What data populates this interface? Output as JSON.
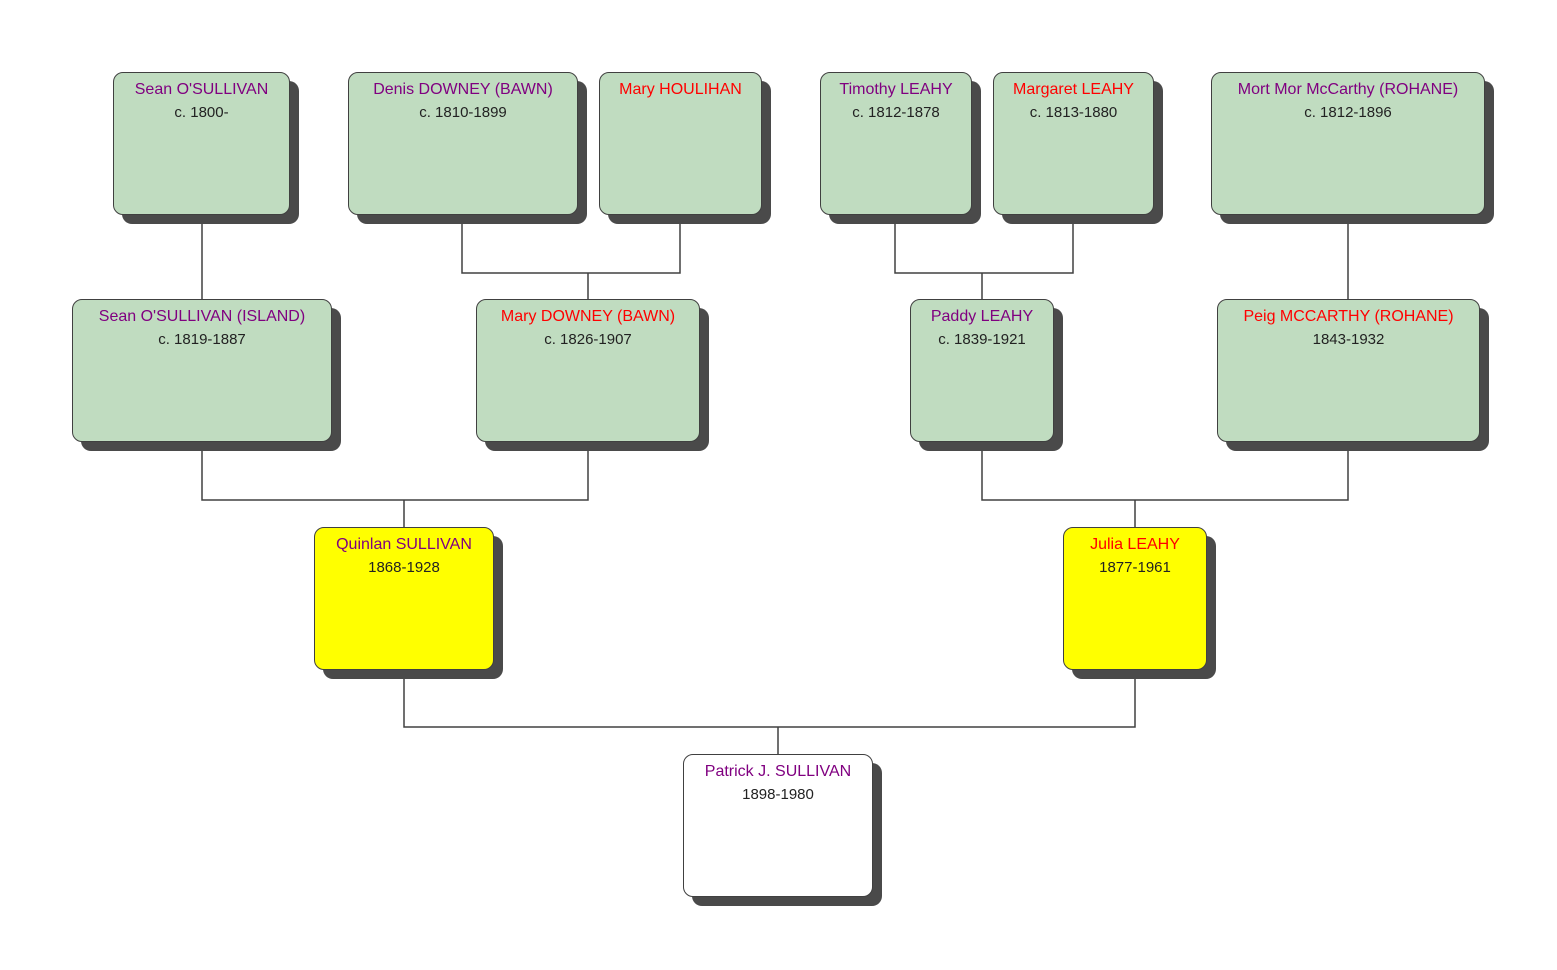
{
  "colors": {
    "ancestor_fill": "#c0dcc0",
    "parent_fill": "#ffff00",
    "root_fill": "#ffffff",
    "male_name": "#800080",
    "female_name": "#ff0000",
    "dates_text": "#222222",
    "connector": "#404040"
  },
  "people": {
    "sean_osullivan_sr": {
      "name": "Sean O'SULLIVAN",
      "dates": "c. 1800-",
      "sex": "male"
    },
    "denis_downey": {
      "name": "Denis DOWNEY (BAWN)",
      "dates": "c. 1810-1899",
      "sex": "male"
    },
    "mary_houlihan": {
      "name": "Mary HOULIHAN",
      "dates": "",
      "sex": "female"
    },
    "timothy_leahy": {
      "name": "Timothy LEAHY",
      "dates": "c. 1812-1878",
      "sex": "male"
    },
    "margaret_leahy": {
      "name": "Margaret LEAHY",
      "dates": "c. 1813-1880",
      "sex": "female"
    },
    "mort_mor_mccarthy": {
      "name": "Mort Mor McCarthy (ROHANE)",
      "dates": "c. 1812-1896",
      "sex": "male"
    },
    "sean_osullivan_island": {
      "name": "Sean O'SULLIVAN (ISLAND)",
      "dates": "c. 1819-1887",
      "sex": "male"
    },
    "mary_downey": {
      "name": "Mary DOWNEY (BAWN)",
      "dates": "c. 1826-1907",
      "sex": "female"
    },
    "paddy_leahy": {
      "name": "Paddy LEAHY",
      "dates": "c. 1839-1921",
      "sex": "male"
    },
    "peig_mccarthy": {
      "name": "Peig MCCARTHY (ROHANE)",
      "dates": "1843-1932",
      "sex": "female"
    },
    "quinlan_sullivan": {
      "name": "Quinlan SULLIVAN",
      "dates": "1868-1928",
      "sex": "male"
    },
    "julia_leahy": {
      "name": "Julia LEAHY",
      "dates": "1877-1961",
      "sex": "female"
    },
    "patrick_sullivan": {
      "name": "Patrick J. SULLIVAN",
      "dates": "1898-1980",
      "sex": "male"
    }
  }
}
